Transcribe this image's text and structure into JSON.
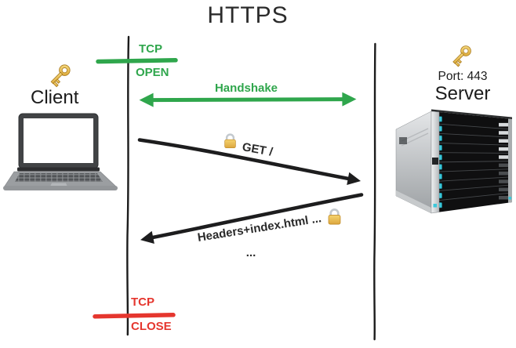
{
  "title": "HTTPS",
  "palette": {
    "green": "#2FA64C",
    "red": "#E5362E",
    "arrow_black": "#1D1D1E"
  },
  "client": {
    "label": "Client",
    "icon": "key-icon",
    "device": "laptop"
  },
  "server": {
    "port": "Port: 443",
    "label": "Server",
    "icon": "key-icon",
    "device": "server-rack"
  },
  "sequence": {
    "tcp_open": {
      "line1": "TCP",
      "line2": "OPEN"
    },
    "handshake": {
      "label": "Handshake"
    },
    "get_request": {
      "label": "GET /",
      "icon": "lock-icon"
    },
    "response": {
      "label": "Headers+index.html ...",
      "icon": "lock-icon"
    },
    "continuation": {
      "label": "..."
    },
    "tcp_close": {
      "line1": "TCP",
      "line2": "CLOSE"
    }
  }
}
